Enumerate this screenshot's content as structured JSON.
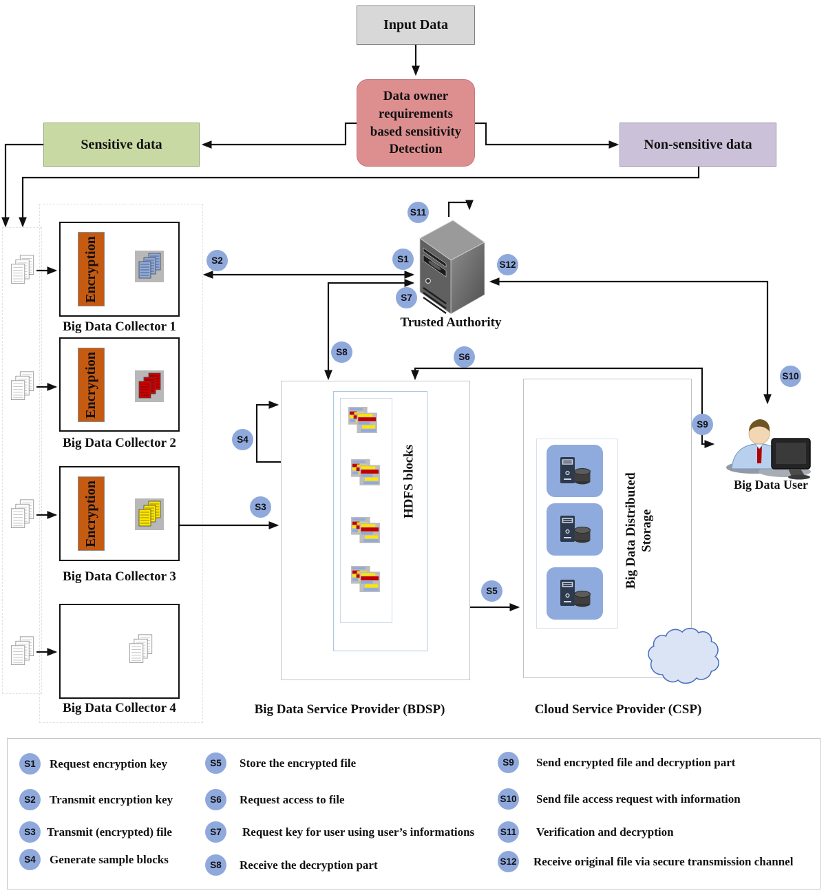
{
  "nodes": {
    "input_data": "Input Data",
    "detection": "Data owner requirements based sensitivity Detection",
    "sensitive": "Sensitive data",
    "non_sensitive": "Non-sensitive data",
    "encryption": "Encryption",
    "trusted_authority": "Trusted Authority",
    "collector_1": "Big Data Collector 1",
    "collector_2": "Big Data Collector 2",
    "collector_3": "Big Data Collector 3",
    "collector_4": "Big Data Collector 4",
    "bdsp": "Big Data Service Provider (BDSP)",
    "csp": "Cloud Service Provider (CSP)",
    "hdfs_blocks": "HDFS blocks",
    "distributed_storage": "Big Data Distributed Storage",
    "user": "Big Data User"
  },
  "badges": {
    "s1": "S1",
    "s2": "S2",
    "s3": "S3",
    "s4": "S4",
    "s5": "S5",
    "s6": "S6",
    "s7": "S7",
    "s8": "S8",
    "s9": "S9",
    "s10": "S10",
    "s11": "S11",
    "s12": "S12"
  },
  "legend": {
    "col1": [
      {
        "id": "S1",
        "text": "Request encryption key"
      },
      {
        "id": "S2",
        "text": "Transmit encryption key"
      },
      {
        "id": "S3",
        "text": "Transmit (encrypted) file"
      },
      {
        "id": "S4",
        "text": "Generate sample blocks"
      }
    ],
    "col2": [
      {
        "id": "S5",
        "text": "Store the encrypted file"
      },
      {
        "id": "S6",
        "text": "Request access to file"
      },
      {
        "id": "S7",
        "text": "Request key for user using user’s informations"
      },
      {
        "id": "S8",
        "text": "Receive the decryption part"
      }
    ],
    "col3": [
      {
        "id": "S9",
        "text": "Send encrypted file and decryption part"
      },
      {
        "id": "S10",
        "text": "Send file access request with information"
      },
      {
        "id": "S11",
        "text": "Verification and decryption"
      },
      {
        "id": "S12",
        "text": "Receive original file via secure transmission channel"
      }
    ]
  },
  "colors": {
    "badge": "#8fa9dc",
    "sensitive": "#c9d9a3",
    "non_sensitive": "#cbc2d9",
    "detection": "#dd8e8e",
    "input": "#d8d8d8",
    "encryption": "#c55a11",
    "storage_tile": "#8faadc",
    "cloud_fill": "#dbe4f4",
    "cloud_stroke": "#4a6fbe",
    "line": "#111111"
  }
}
